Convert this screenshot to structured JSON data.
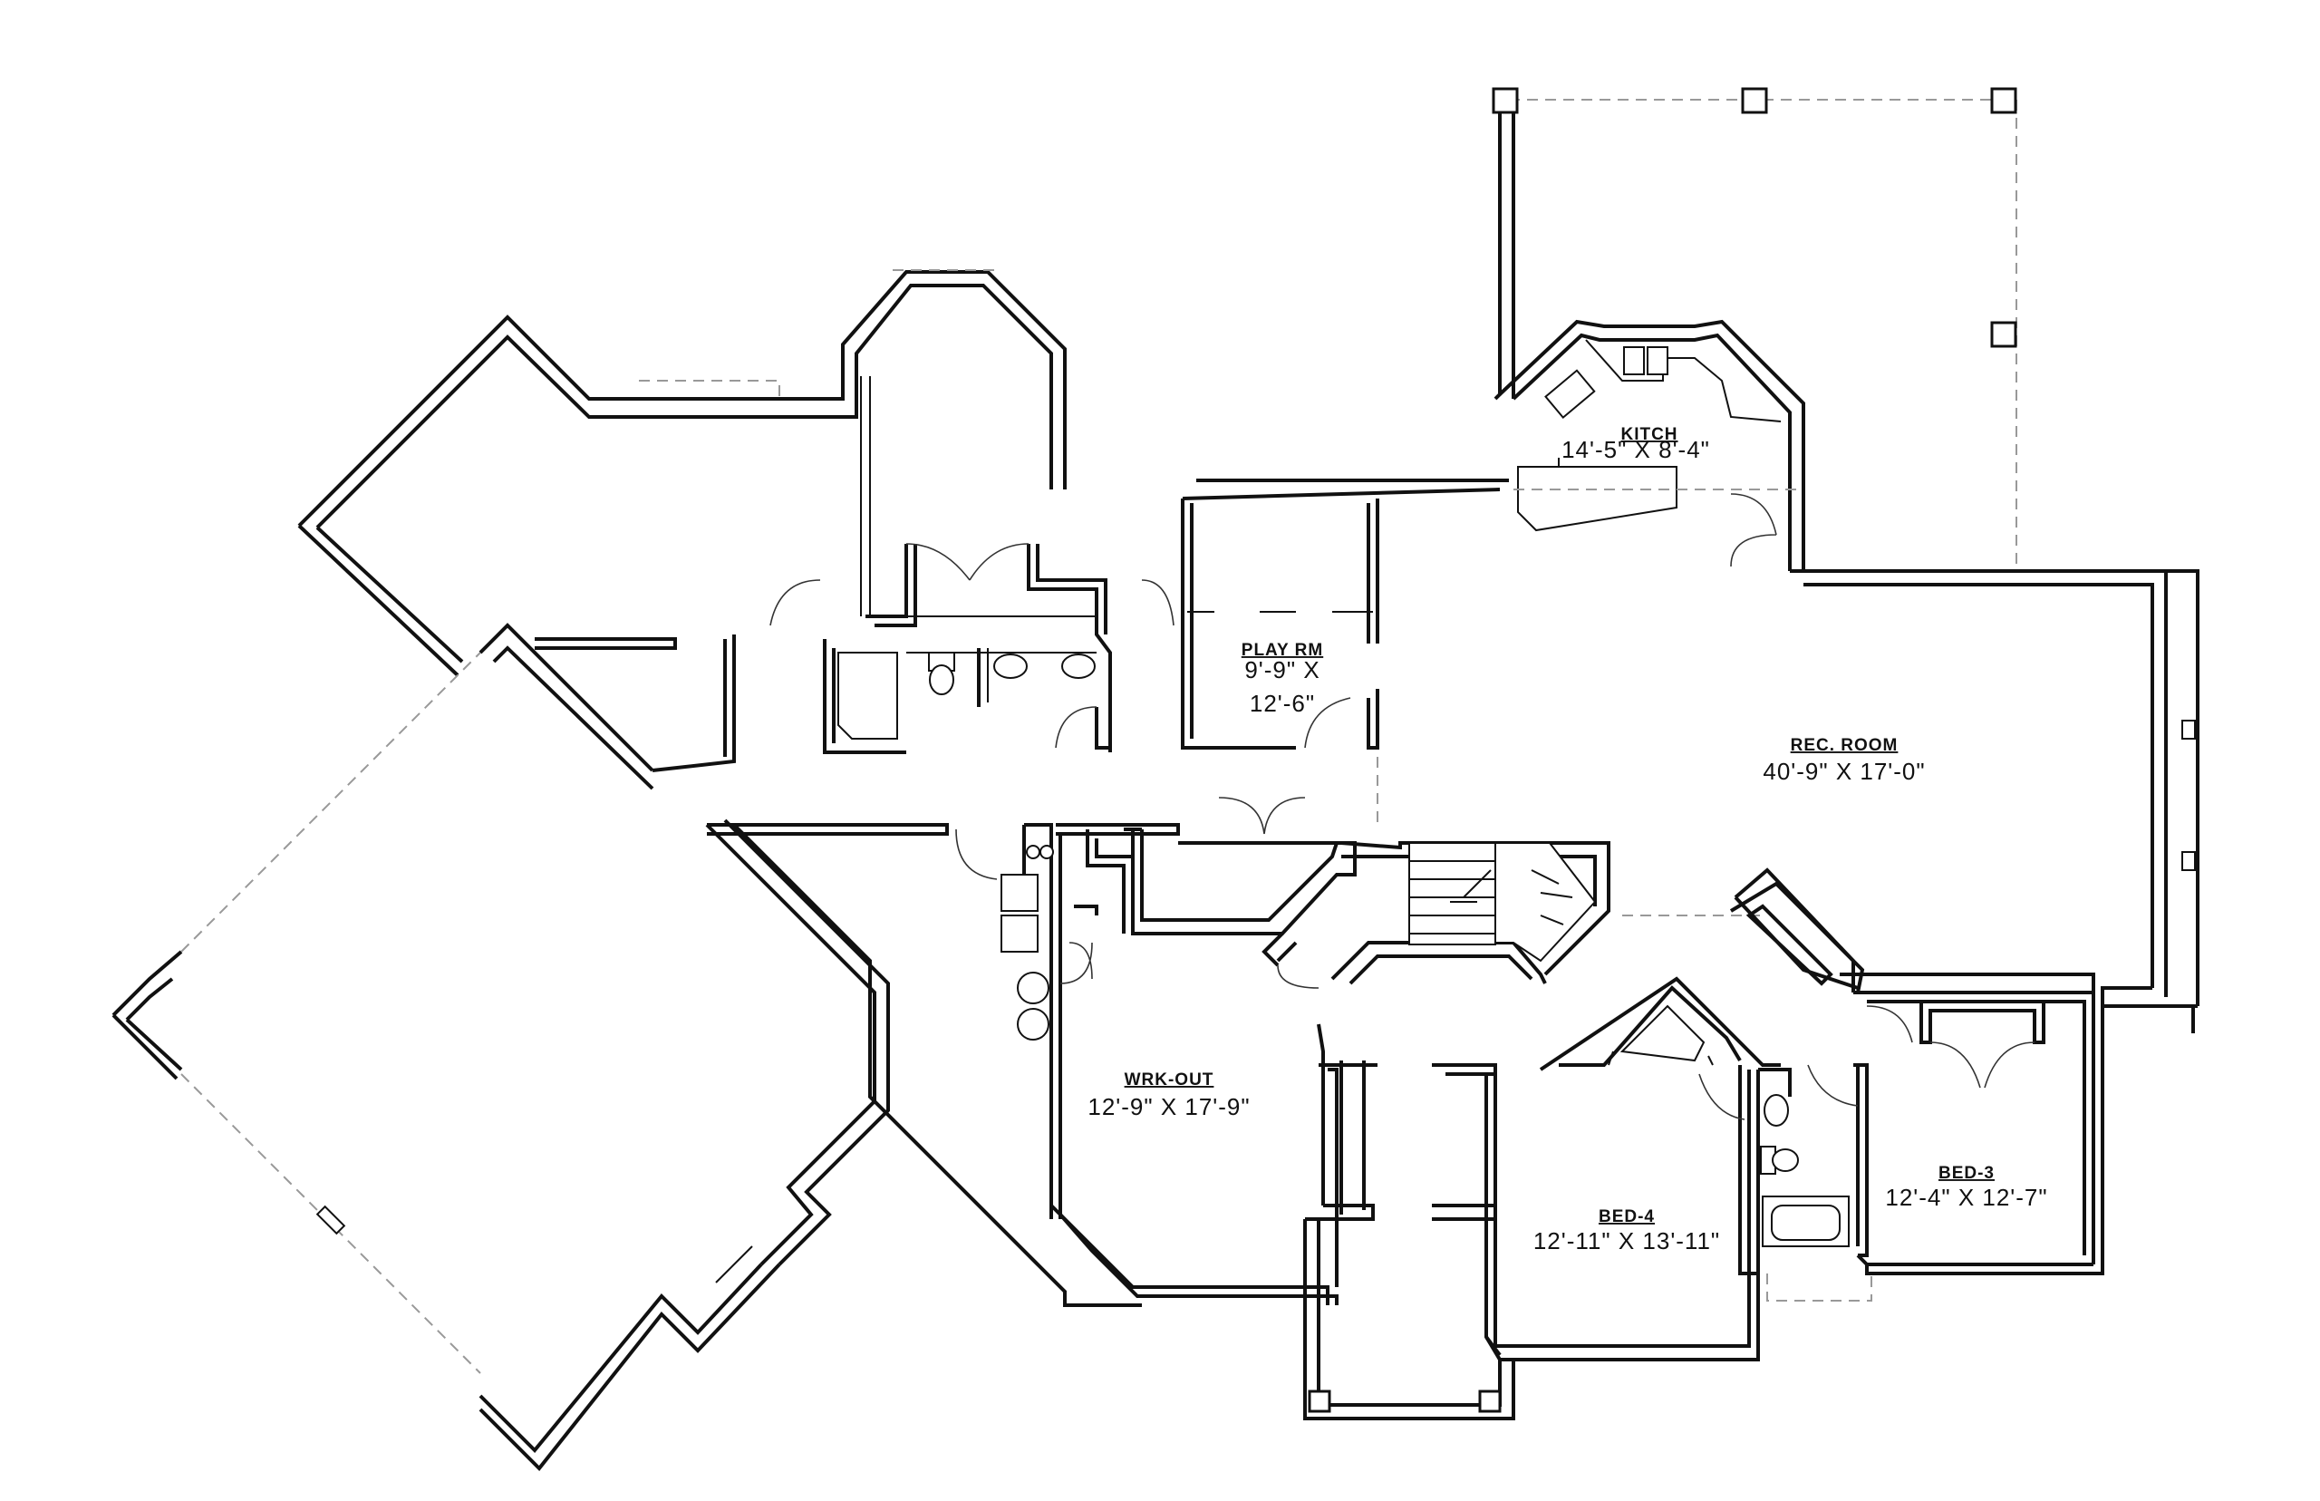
{
  "rooms": [
    {
      "name": "KITCH",
      "dims": [
        "14'-5\" X 8'-4\""
      ]
    },
    {
      "name": "PLAY RM",
      "dims": [
        "9'-9\" X",
        "12'-6\""
      ]
    },
    {
      "name": "REC. ROOM",
      "dims": [
        "40'-9\" X 17'-0\""
      ]
    },
    {
      "name": "WRK-OUT",
      "dims": [
        "12'-9\" X 17'-9\""
      ]
    },
    {
      "name": "BED-4",
      "dims": [
        "12'-11\" X 13'-11\""
      ]
    },
    {
      "name": "BED-3",
      "dims": [
        "12'-4\" X 12'-7\""
      ]
    }
  ]
}
